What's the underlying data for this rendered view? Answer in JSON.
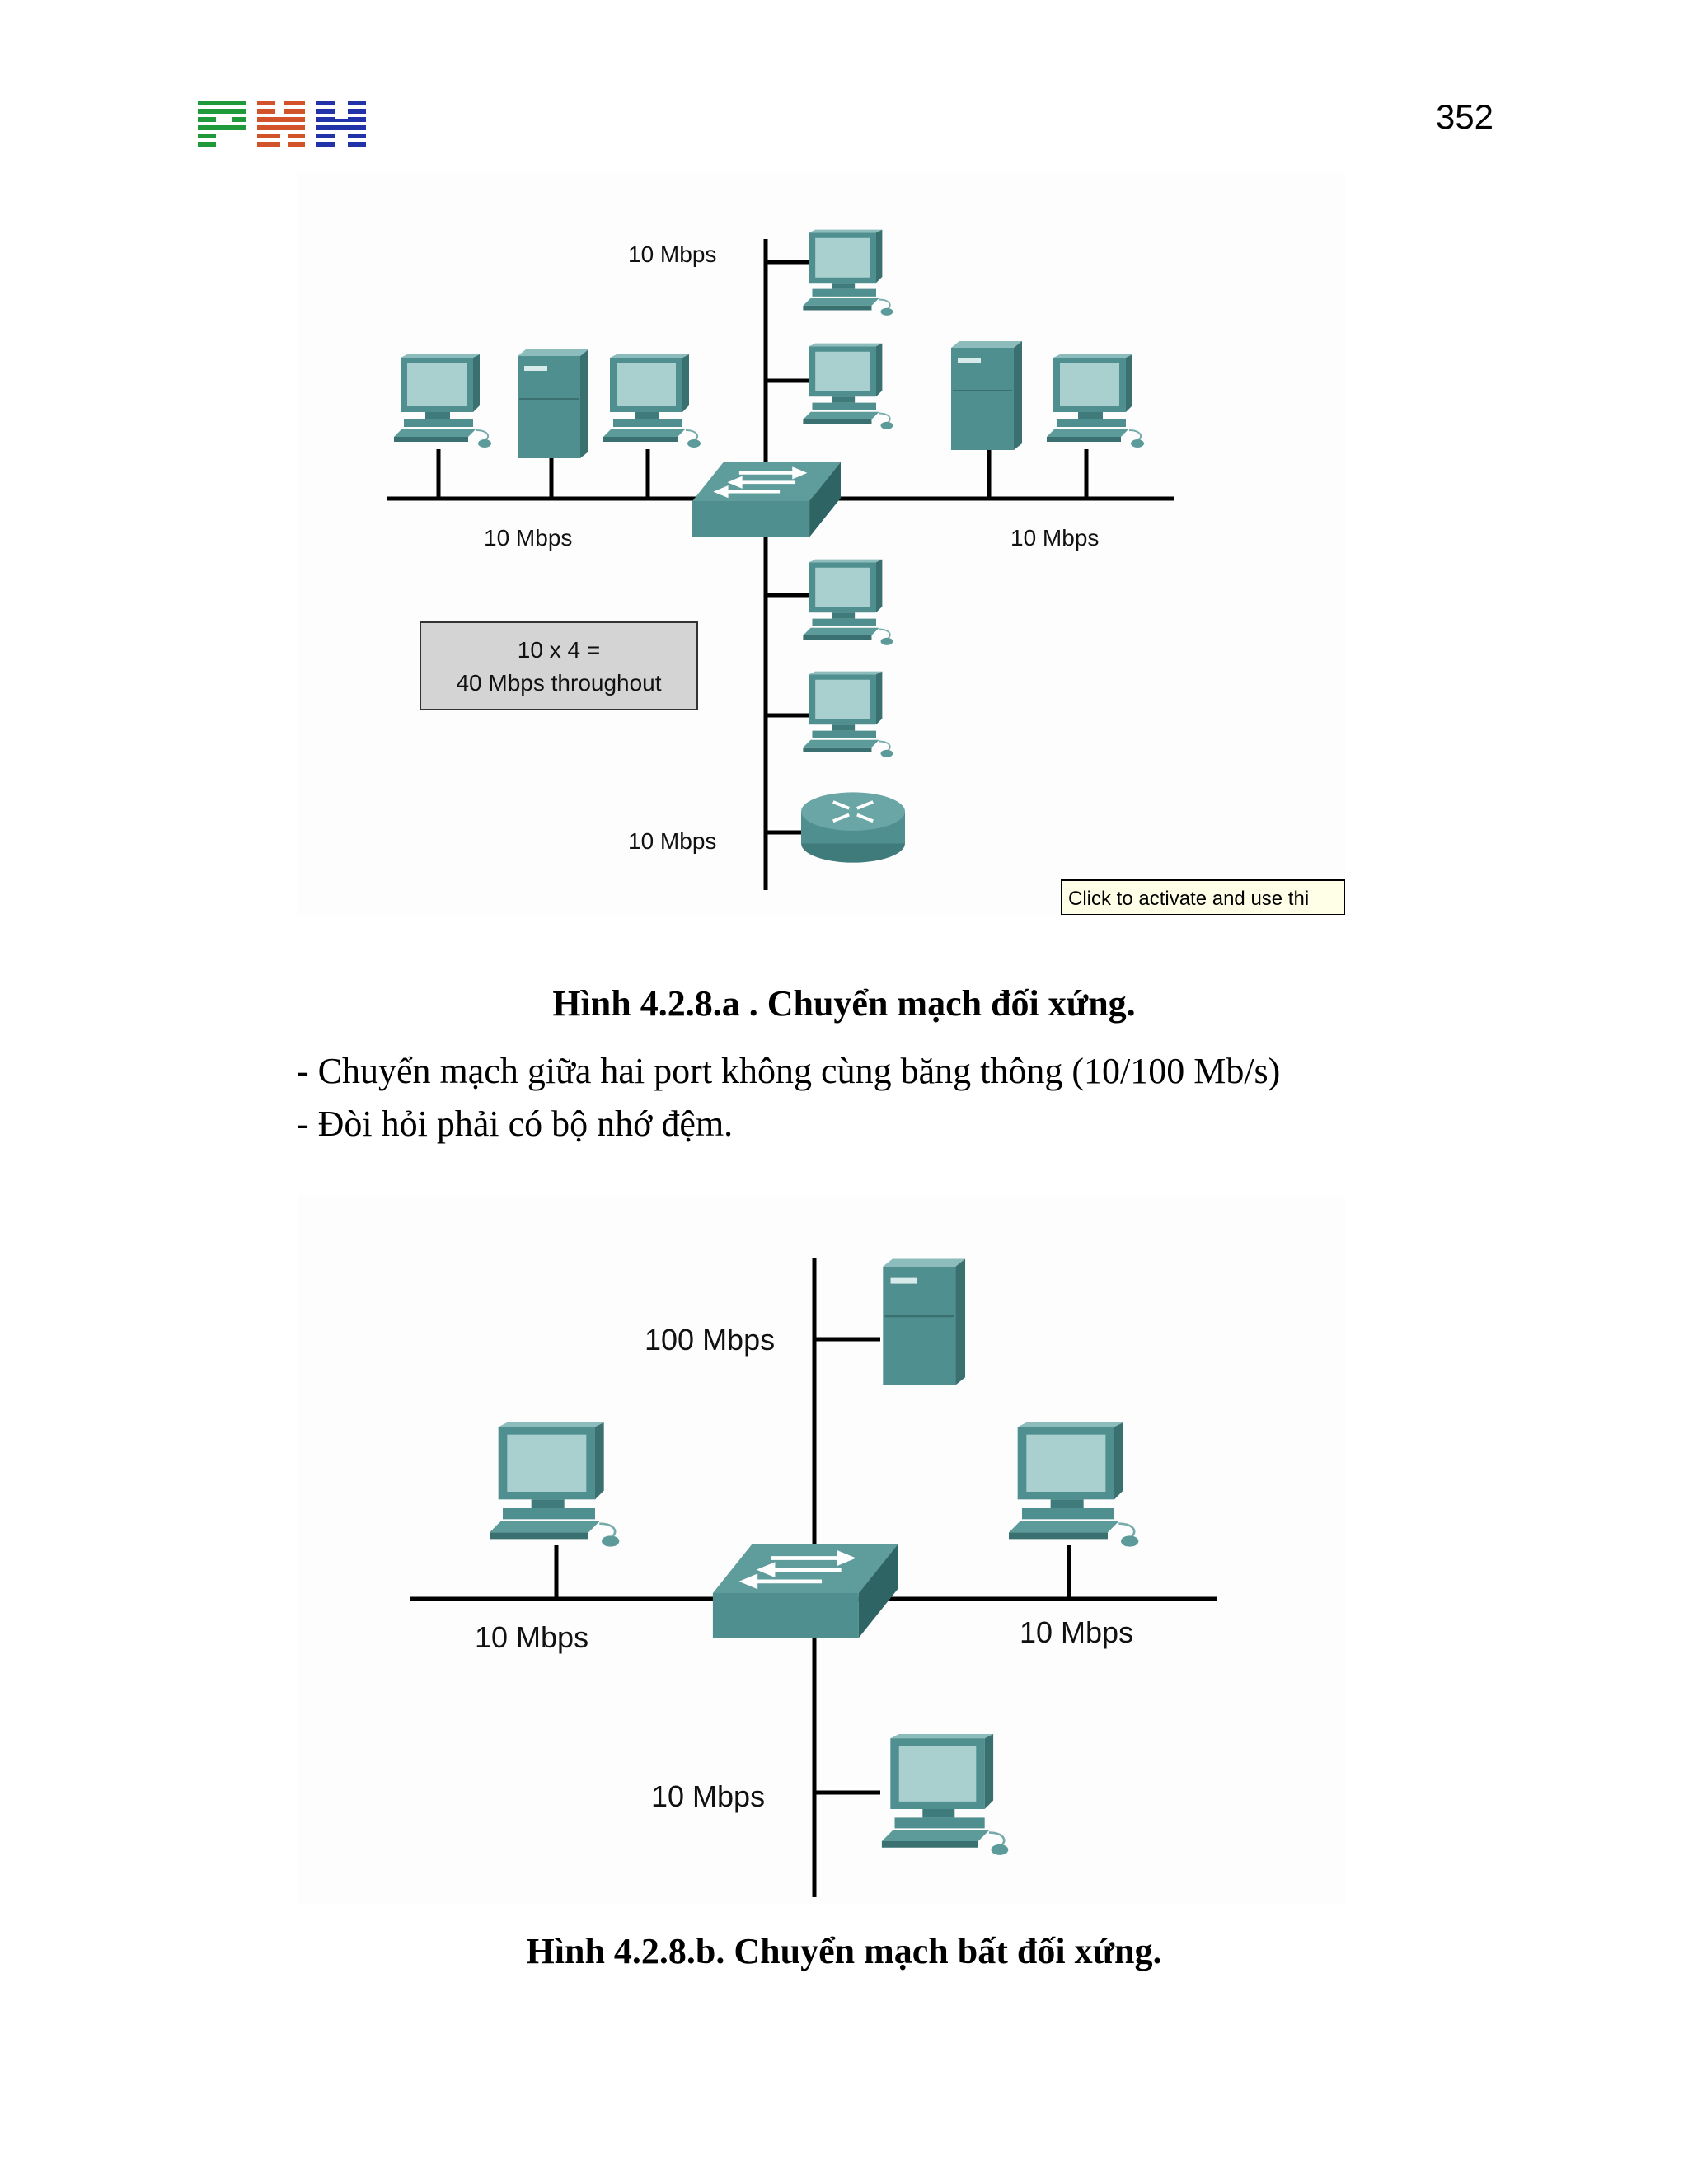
{
  "header": {
    "logo_text": "PNH",
    "page_number": "352"
  },
  "colors": {
    "logo_p": "#1f9a3a",
    "logo_n": "#d2522a",
    "logo_h": "#2233aa",
    "device_teal": "#4f8f8f",
    "device_light": "#a9cfcf",
    "throughput_box": "#d4d4d4"
  },
  "figure_a": {
    "label_top": "10 Mbps",
    "label_left": "10 Mbps",
    "label_right": "10 Mbps",
    "label_bottom": "10 Mbps",
    "box_line1": "10 x 4 =",
    "box_line2": "40 Mbps throughout",
    "tooltip_text": "Click to activate and use thi",
    "caption": "Hình 4.2.8.a . Chuyển mạch đối xứng."
  },
  "body_text": {
    "line1": "- Chuyển mạch giữa hai port không cùng băng thông (10/100 Mb/s)",
    "line2": "- Đòi hỏi phải có bộ nhớ đệm."
  },
  "figure_b": {
    "label_top": "100 Mbps",
    "label_left": "10 Mbps",
    "label_right": "10 Mbps",
    "label_bottom": "10 Mbps",
    "caption": "Hình 4.2.8.b. Chuyển mạch bất đối xứng."
  }
}
